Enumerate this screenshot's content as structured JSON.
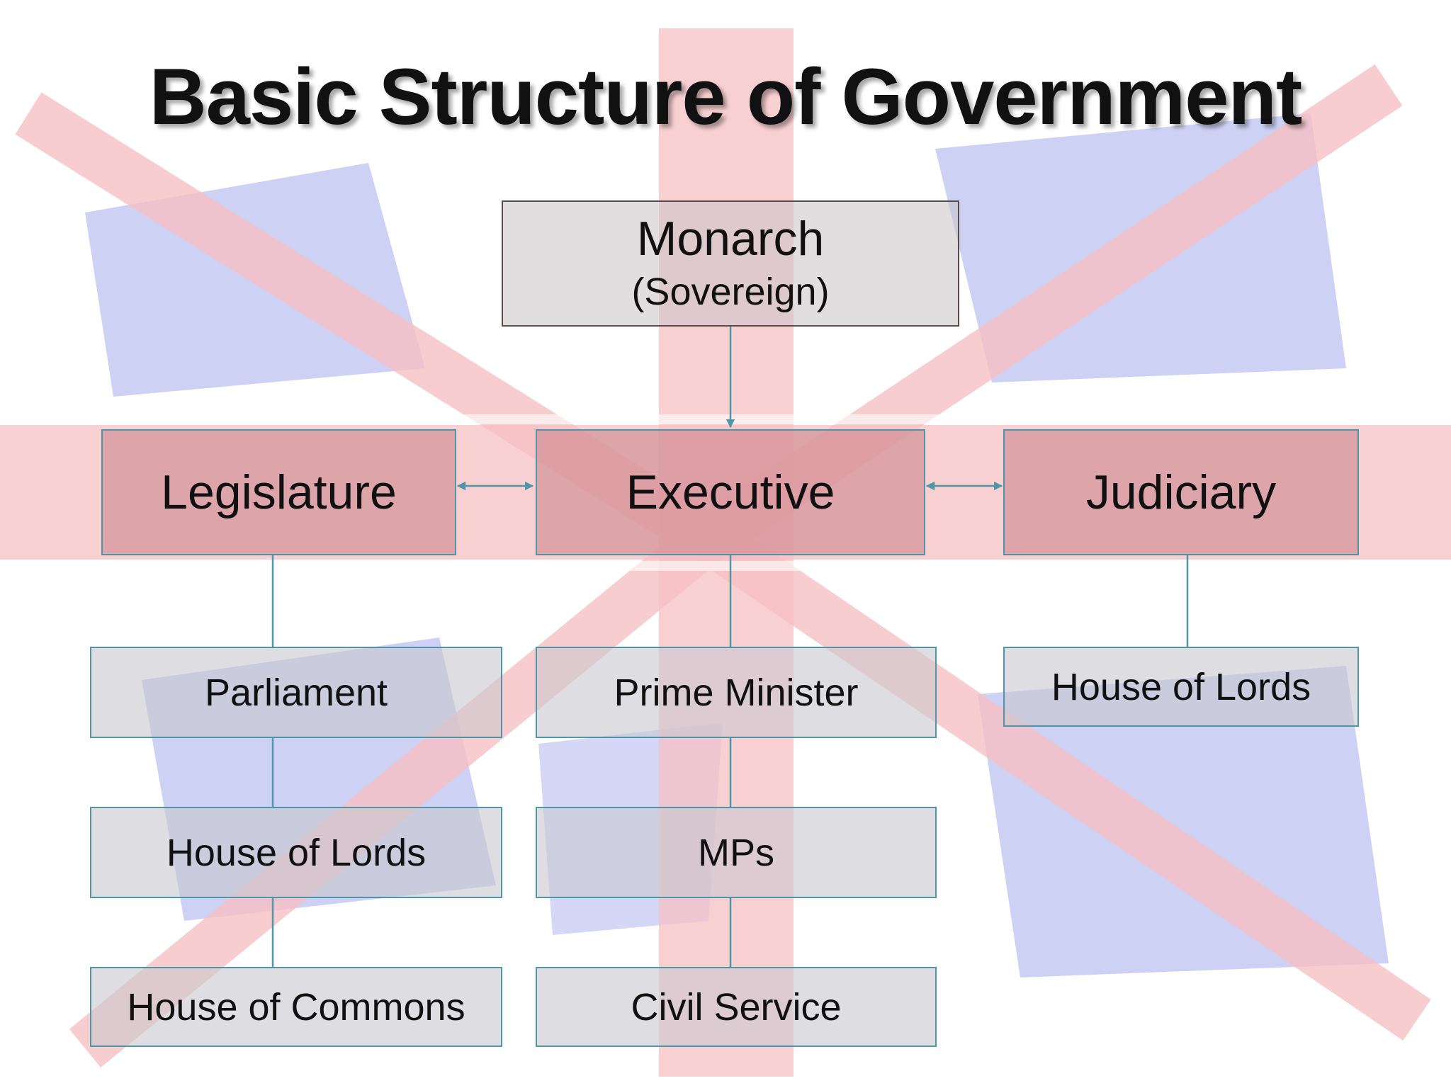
{
  "title": "Basic Structure of Government",
  "nodes": {
    "monarch": {
      "label": "Monarch",
      "sublabel": "(Sovereign)"
    },
    "legislature": {
      "label": "Legislature"
    },
    "executive": {
      "label": "Executive"
    },
    "judiciary": {
      "label": "Judiciary"
    },
    "parliament": {
      "label": "Parliament"
    },
    "prime_minister": {
      "label": "Prime Minister"
    },
    "judiciary_lords": {
      "label": "House of Lords"
    },
    "house_of_lords": {
      "label": "House of Lords"
    },
    "mps": {
      "label": "MPs"
    },
    "house_of_commons": {
      "label": "House of Commons"
    },
    "civil_service": {
      "label": "Civil Service"
    }
  },
  "colors": {
    "connector": "#4f97a8",
    "flag_red": "#e8505a",
    "flag_blue": "#3a4fd8"
  }
}
